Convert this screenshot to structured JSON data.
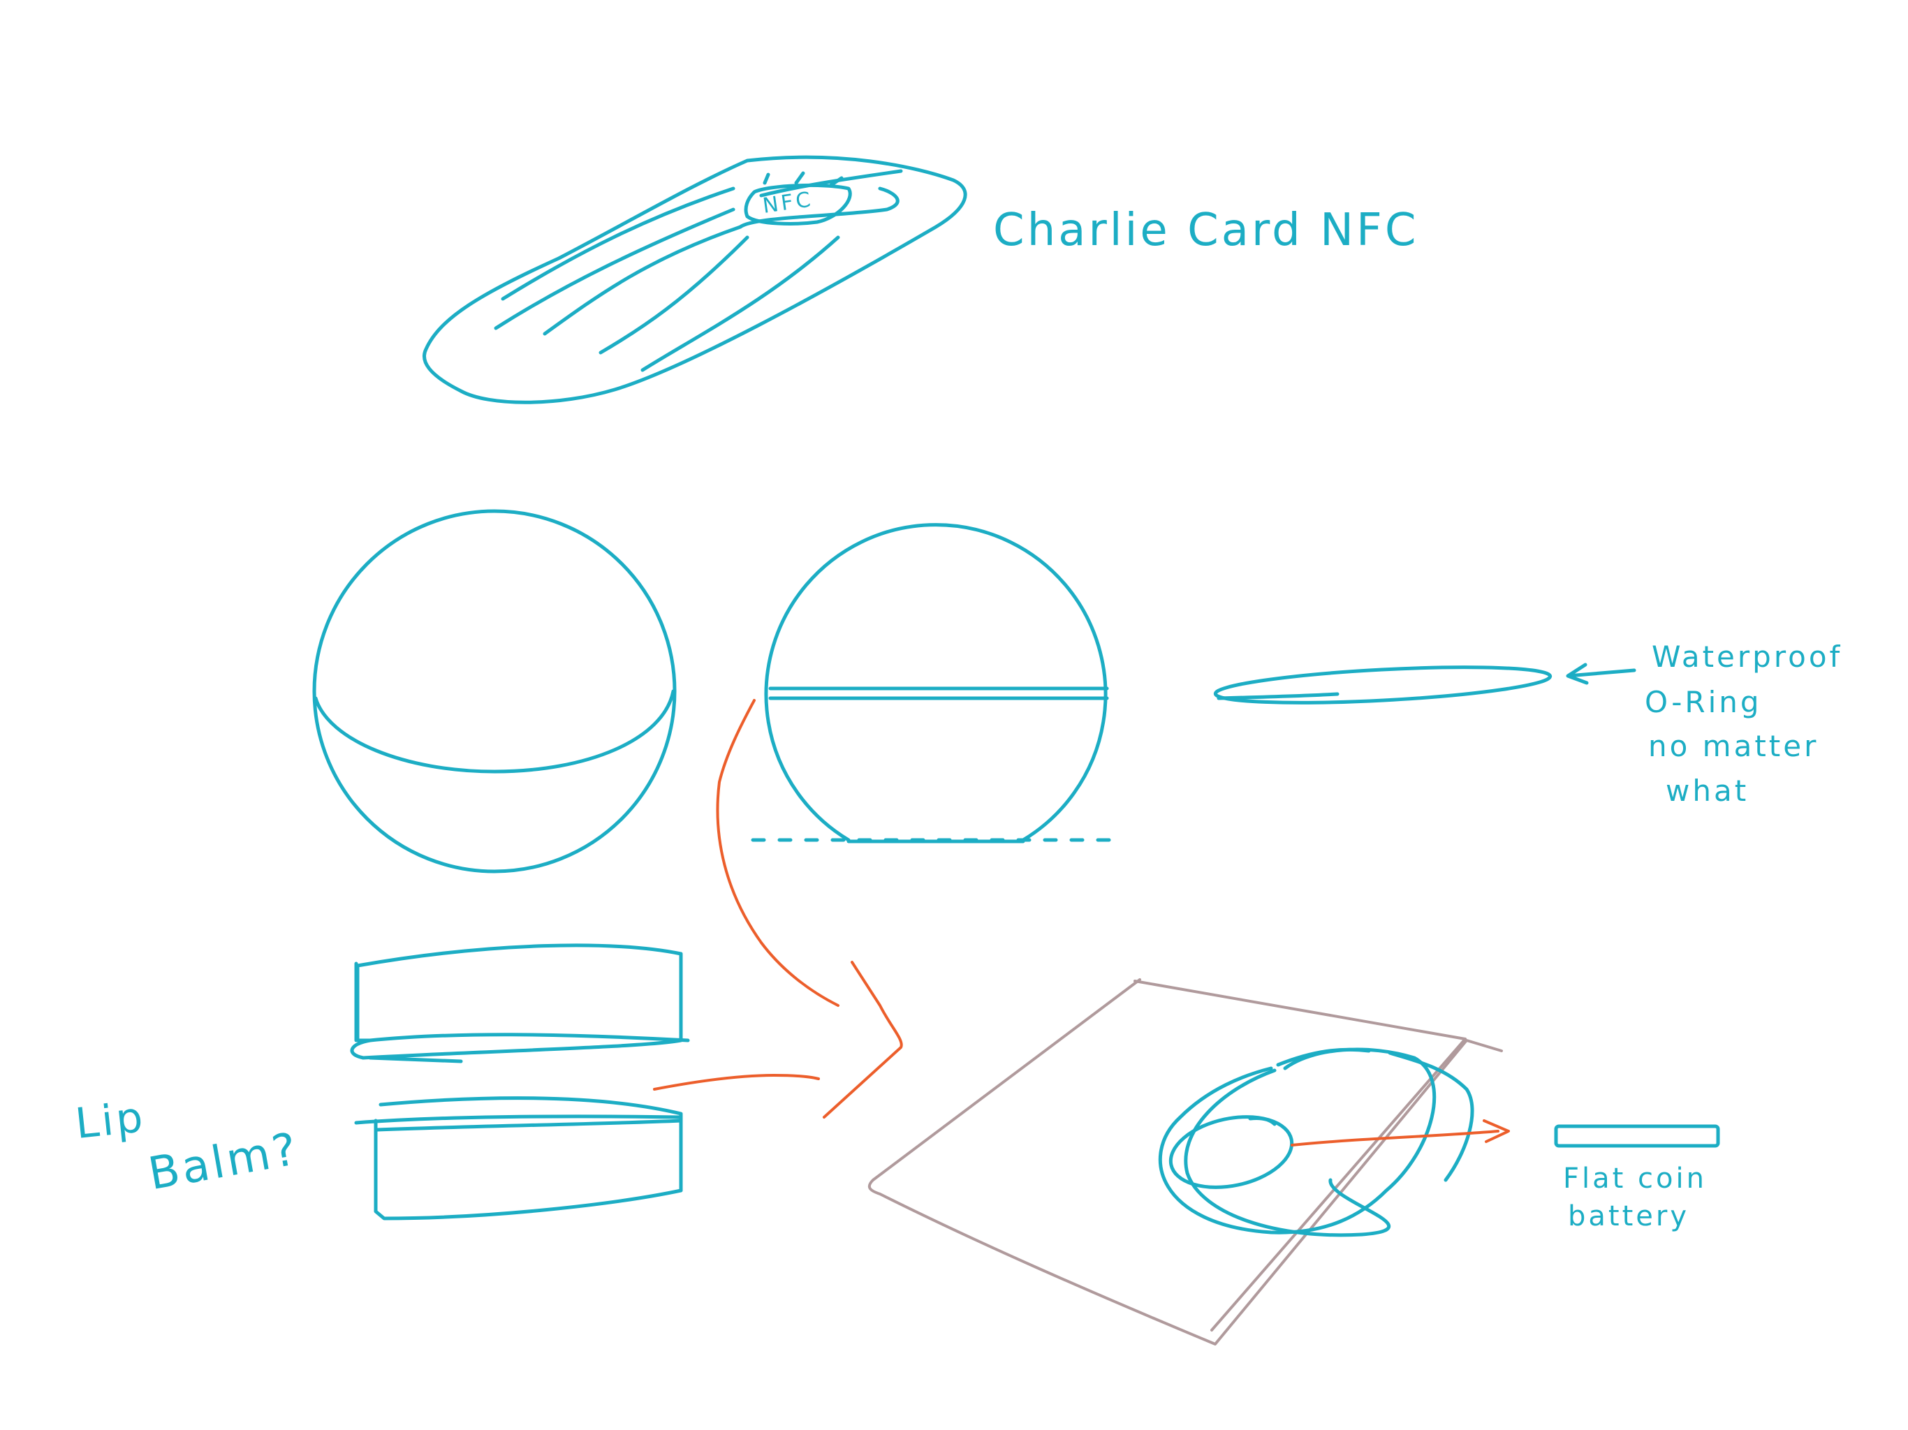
{
  "colors": {
    "background": "#ffffff",
    "ink_teal": "#1cadc4",
    "ink_orange": "#ec5e2b",
    "ink_gray": "#b09a9c"
  },
  "labels": {
    "nfc_chip": "NFC",
    "charlie_card": "Charlie Card NFC",
    "waterproof_line1": "Waterproof",
    "waterproof_line2": "O-Ring",
    "waterproof_line3": "no matter",
    "waterproof_line4": "what",
    "lip_balm_line1": "Lip",
    "lip_balm_line2": "Balm?",
    "coin_battery_line1": "Flat coin",
    "coin_battery_line2": "battery"
  }
}
